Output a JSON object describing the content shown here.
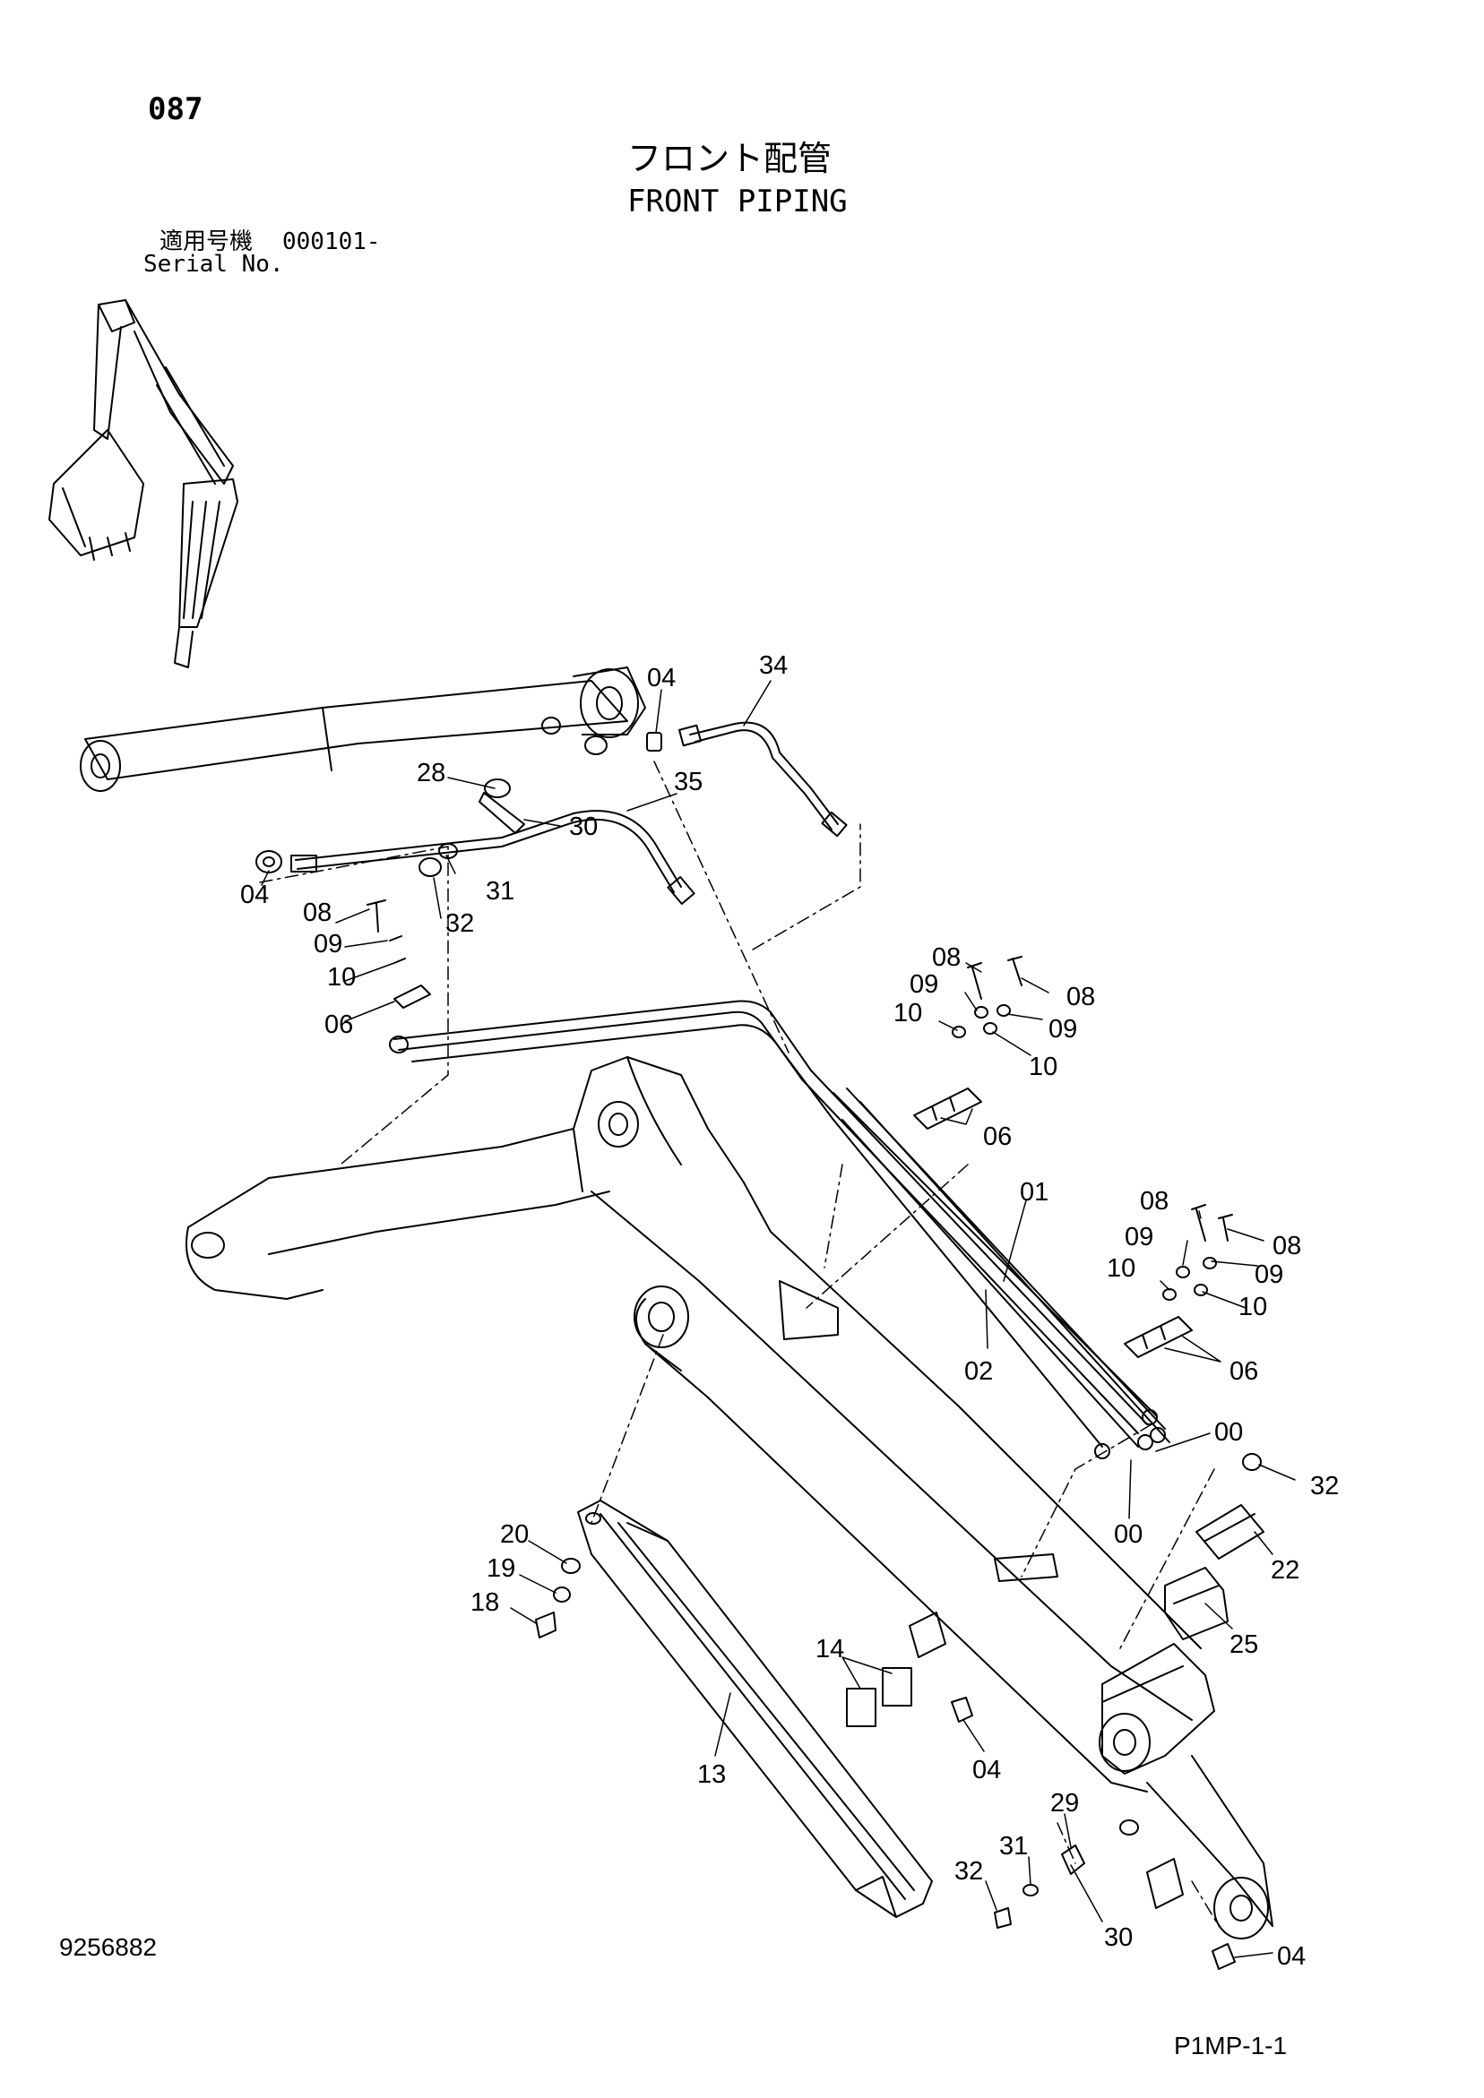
{
  "header": {
    "page_number": "087",
    "title_jp": "フロント配管",
    "title_en": "FRONT PIPING",
    "serial_label_jp": "適用号機",
    "serial_from": "000101-",
    "serial_label_en": "Serial No."
  },
  "footer": {
    "drawing_number": "9256882",
    "page_code": "P1MP-1-1"
  },
  "callouts": [
    "04",
    "34",
    "28",
    "35",
    "30",
    "04",
    "31",
    "32",
    "08",
    "09",
    "10",
    "06",
    "08",
    "08",
    "09",
    "09",
    "10",
    "10",
    "06",
    "01",
    "08",
    "08",
    "09",
    "09",
    "10",
    "10",
    "06",
    "02",
    "00",
    "00",
    "32",
    "22",
    "25",
    "20",
    "19",
    "18",
    "14",
    "13",
    "04",
    "29",
    "31",
    "32",
    "30",
    "04"
  ],
  "colors": {
    "line": "#000000",
    "background": "#ffffff"
  }
}
